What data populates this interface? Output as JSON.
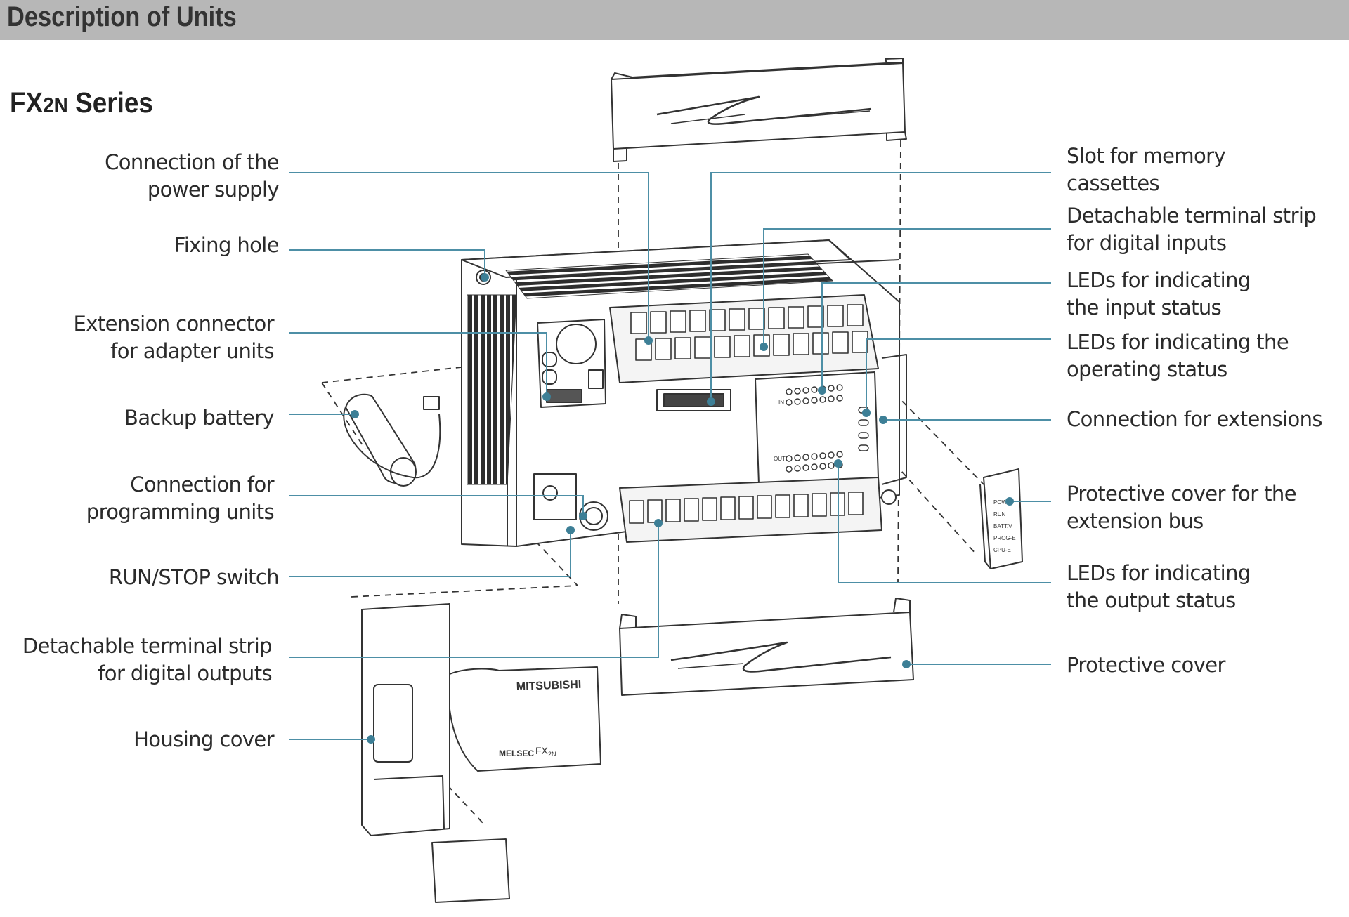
{
  "header": {
    "title": "Description of Units"
  },
  "series": {
    "name_main": "FX",
    "name_sub": "2N",
    "name_suffix": " Series"
  },
  "callouts_left": [
    {
      "lines": [
        "Connection of the",
        "power supply"
      ]
    },
    {
      "lines": [
        "Fixing hole"
      ]
    },
    {
      "lines": [
        "Extension connector",
        "for adapter units"
      ]
    },
    {
      "lines": [
        "Backup battery"
      ]
    },
    {
      "lines": [
        "Connection for",
        "programming units"
      ]
    },
    {
      "lines": [
        "RUN/STOP switch"
      ]
    },
    {
      "lines": [
        "Detachable terminal strip",
        "for digital outputs"
      ]
    },
    {
      "lines": [
        "Housing cover"
      ]
    }
  ],
  "callouts_right": [
    {
      "lines": [
        "Slot for memory",
        "cassettes"
      ]
    },
    {
      "lines": [
        "Detachable terminal strip",
        "for digital inputs"
      ]
    },
    {
      "lines": [
        "LEDs for indicating",
        "the input status"
      ]
    },
    {
      "lines": [
        "LEDs for indicating the",
        "operating status"
      ]
    },
    {
      "lines": [
        "Connection for extensions"
      ]
    },
    {
      "lines": [
        "Protective cover for the",
        "extension bus"
      ]
    },
    {
      "lines": [
        "LEDs for indicating",
        "the output status"
      ]
    },
    {
      "lines": [
        "Protective cover"
      ]
    }
  ],
  "device_text": {
    "brand": "MITSUBISHI",
    "model_prefix": "MELSEC",
    "model": "FX",
    "model_sub": "2N",
    "status_leds": [
      "POW",
      "RUN",
      "BATT.V",
      "PROG-E",
      "CPU-E"
    ],
    "in_label": "IN",
    "out_label": "OUT"
  },
  "colors": {
    "leader": "#4d8fa6",
    "dot": "#3d7f96",
    "header_bg": "#b7b7b7",
    "drawing": "#333333"
  }
}
